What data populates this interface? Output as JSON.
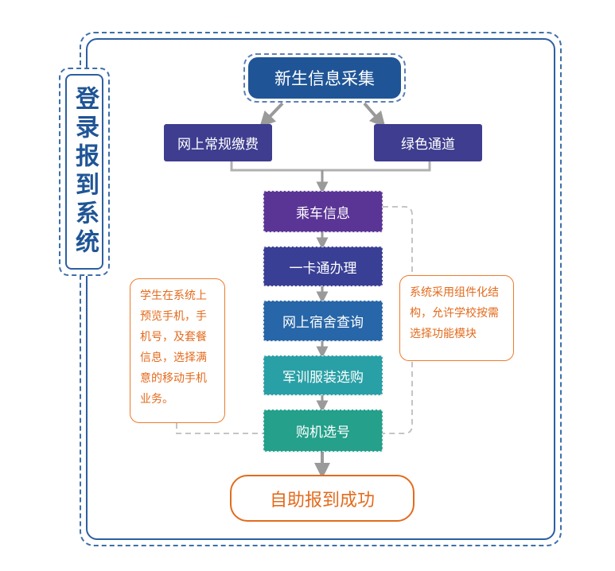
{
  "title": "登录报到系统",
  "start_step": "新生信息采集",
  "branches": [
    "网上常规缴费",
    "绿色通道"
  ],
  "steps": [
    "乘车信息",
    "一卡通办理",
    "网上宿舍查询",
    "军训服装选购",
    "购机选号"
  ],
  "end_step": "自助报到成功",
  "notes": {
    "left": "学生在系统上预览手机，手机号，及套餐信息，选择满意的移动手机业务。",
    "right": "系统采用组件化结构，允许学校按需选择功能模块"
  },
  "colors": {
    "frame": "#2c5fa0",
    "start": "#1f5596",
    "branch": "#3e3d8f",
    "step_1": "#5b3596",
    "step_2": "#3a3f96",
    "step_3": "#2766a8",
    "step_4": "#29a0a6",
    "step_5": "#24a08b",
    "end_border": "#e36b1d",
    "note_border": "#ee7b2a",
    "arrow": "#9a9a9a"
  }
}
